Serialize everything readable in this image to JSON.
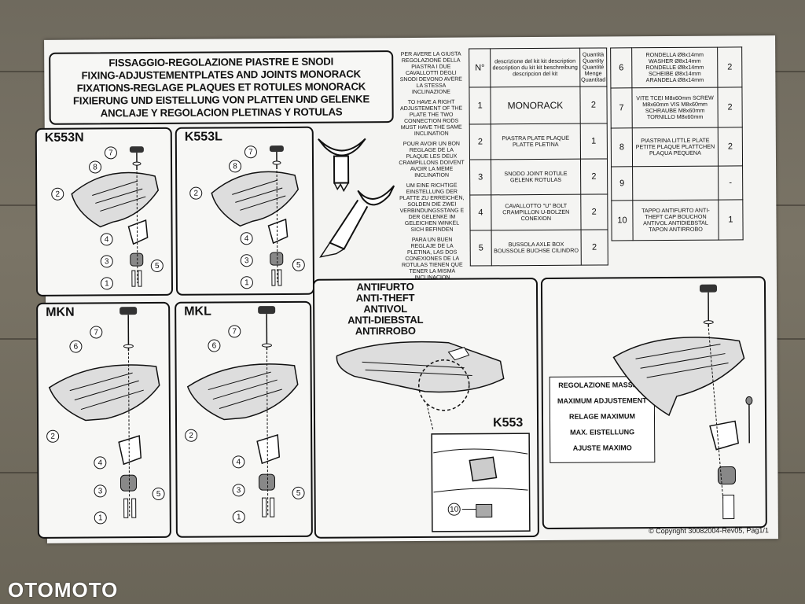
{
  "header": {
    "lines": [
      "FISSAGGIO-REGOLAZIONE PIASTRE E SNODI",
      "FIXING-ADJUSTEMENTPLATES AND JOINTS MONORACK",
      "FIXATIONS-REGLAGE PLAQUES ET ROTULES MONORACK",
      "FIXIERUNG UND EISTELLUNG VON PLATTEN UND GELENKE",
      "ANCLAJE Y REGOLACION PLETINAS Y ROTULAS"
    ]
  },
  "instructions": {
    "blocks": [
      "PER AVERE LA GIUSTA REGOLAZIONE DELLA PIASTRA I DUE CAVALLOTTI DEGLI SNODI DEVONO AVERE LA STESSA INCLINAZIONE",
      "TO HAVE A RIGHT ADJUSTEMENT OF THE PLATE THE TWO CONNECTION RODS MUST HAVE THE SAME INCLINATION",
      "POUR AVOIR UN BON REGLAGE DE LA PLAQUE LES DEUX CRAMPILLONS DOIVENT AVOIR LA MEME INCLINATION",
      "UM EINE RICHTIGE EINSTELLUNG DER PLATTE ZU ERREICHEN, SOLDEN DIE ZWEI VERBINDUNGSSTANG E DER GELENKE IM GELEICHEN WINKEL SICH BEFINDEN",
      "PARA UN BUEN REGLAJE DE LA PLETINA, LAS DOS CONEXIONES DE LA ROTULAS TIENEN QUE TENER LA MISMA INCLINACION"
    ]
  },
  "parts_table_left": {
    "header": {
      "n": "N°",
      "desc": "descrizione del kit kit description description du kit kit beschreibung descripcion del kit",
      "qty": "Quantità Quantity Quantité Menge Quantitad"
    },
    "rows": [
      {
        "n": "1",
        "desc": "MONORACK",
        "qty": "2"
      },
      {
        "n": "2",
        "desc": "PIASTRA PLATE PLAQUE PLATTE PLETINA",
        "qty": "1"
      },
      {
        "n": "3",
        "desc": "SNODO JOINT ROTULE GELENK ROTULAS",
        "qty": "2"
      },
      {
        "n": "4",
        "desc": "CAVALLOTTO \"U\" BOLT CRAMPILLON U-BOLZEN CONEXION",
        "qty": "2"
      },
      {
        "n": "5",
        "desc": "BUSSOLA AXLE BOX BOUSSOLE BUCHSE CILINDRO",
        "qty": "2"
      }
    ]
  },
  "parts_table_right": {
    "rows": [
      {
        "n": "6",
        "desc": "RONDELLA Ø8x14mm WASHER Ø8x14mm RONDELLE Ø8x14mm SCHEIBE Ø8x14mm ARANDELA Ø8x14mm",
        "qty": "2"
      },
      {
        "n": "7",
        "desc": "VITE TCEI M8x60mm SCREW M8x60mm VIS M8x60mm SCHRAUBE M8x60mm TORNILLO M8x60mm",
        "qty": "2"
      },
      {
        "n": "8",
        "desc": "PIASTRINA LITTLE PLATE PETITE PLAQUE PLATTCHEN PLAQUA PEQUENA",
        "qty": "2"
      },
      {
        "n": "9",
        "desc": "",
        "qty": "-"
      },
      {
        "n": "10",
        "desc": "TAPPO ANTIFURTO ANTI-THEFT CAP BOUCHON ANTIVOL ANTIDIEBSTAL TAPON ANTIRROBO",
        "qty": "1"
      }
    ]
  },
  "panels": {
    "k553n": {
      "title": "K553N"
    },
    "k553l": {
      "title": "K553L"
    },
    "mkn": {
      "title": "MKN"
    },
    "mkl": {
      "title": "MKL"
    }
  },
  "antitheft": {
    "lines": [
      "ANTIFURTO",
      "ANTI-THEFT",
      "ANTIVOL",
      "ANTI-DIEBSTAL",
      "ANTIRROBO"
    ],
    "detail_label": "K553",
    "callout": "10"
  },
  "adjustment": {
    "lines": [
      "REGOLAZIONE MASSIMA",
      "MAXIMUM ADJUSTEMENT",
      "RELAGE MAXIMUM",
      "MAX. EISTELLUNG",
      "AJUSTE MAXIMO"
    ]
  },
  "copyright": "© Copyright 30082004-Rev05, Pag1/1",
  "watermark": "OTOMOTO",
  "callouts": {
    "k553n": [
      "7",
      "8",
      "2",
      "4",
      "3",
      "5",
      "1"
    ],
    "k553l": [
      "7",
      "8",
      "2",
      "4",
      "3",
      "5",
      "1"
    ],
    "mkn": [
      "7",
      "6",
      "2",
      "4",
      "3",
      "5",
      "1"
    ],
    "mkl": [
      "7",
      "6",
      "2",
      "4",
      "3",
      "5",
      "1"
    ]
  }
}
